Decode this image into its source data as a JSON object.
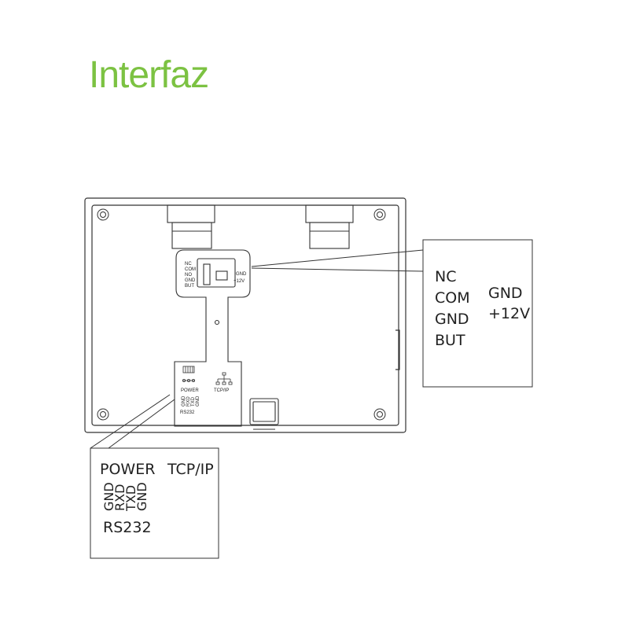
{
  "title": "Interfaz",
  "colors": {
    "title": "#7cc242",
    "line": "#333333",
    "text": "#222222"
  },
  "device": {
    "top_block": {
      "labels_left": [
        "NC",
        "COM",
        "NO",
        "GND",
        "BUT"
      ],
      "labels_right": [
        "GND",
        "+12V"
      ]
    },
    "bottom_block": {
      "power": "POWER",
      "tcpip": "TCP/IP",
      "rs232_pins": [
        "GND",
        "RXD",
        "TXD",
        "GND"
      ],
      "rs232": "RS232"
    }
  },
  "callout_right": {
    "col1": [
      "NC",
      "COM",
      "GND",
      "BUT"
    ],
    "col2": [
      "GND",
      "+12V"
    ]
  },
  "callout_left": {
    "power": "POWER",
    "tcpip": "TCP/IP",
    "pins": [
      "GND",
      "RXD",
      "TXD",
      "GND"
    ],
    "rs232": "RS232"
  }
}
